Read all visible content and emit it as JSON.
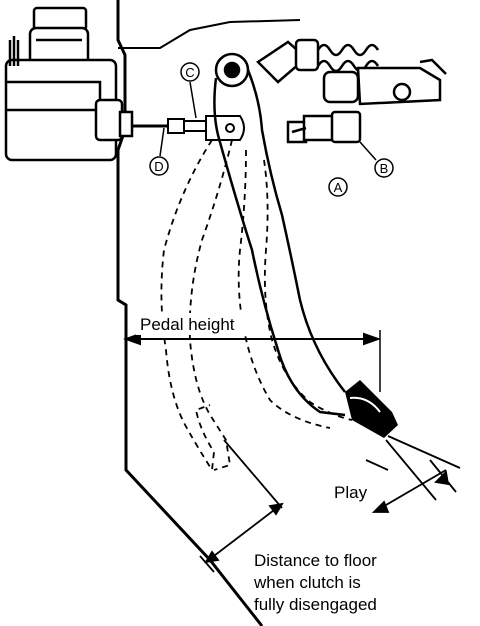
{
  "labels": {
    "pedal_height": "Pedal height",
    "play": "Play",
    "distance_line1": "Distance to floor",
    "distance_line2": "when clutch is",
    "distance_line3": "fully disengaged"
  },
  "callouts": {
    "a": "A",
    "b": "B",
    "c": "C",
    "d": "D"
  }
}
